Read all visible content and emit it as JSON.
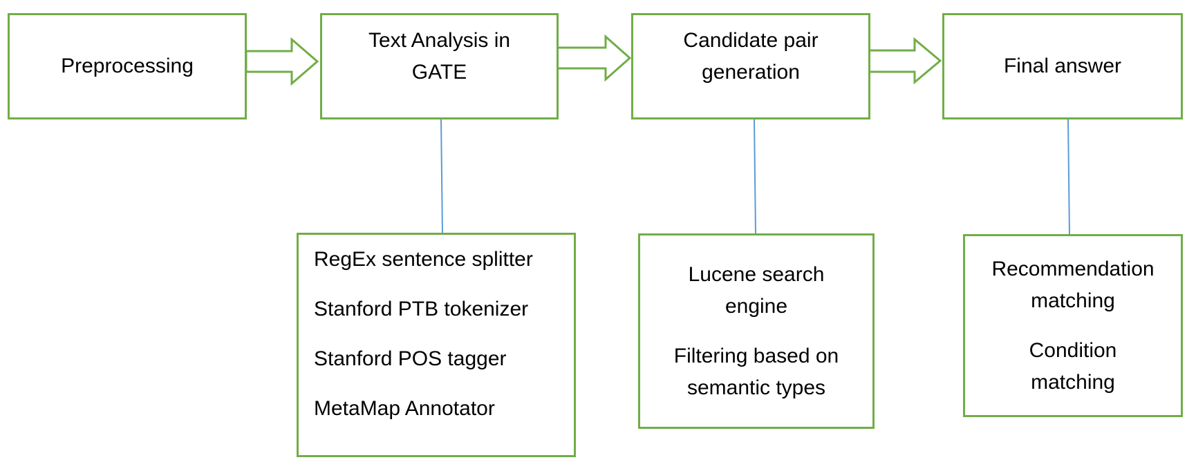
{
  "stages": [
    {
      "lines": [
        "Preprocessing"
      ]
    },
    {
      "lines": [
        "Text Analysis in",
        "GATE"
      ]
    },
    {
      "lines": [
        "Candidate pair",
        "generation"
      ]
    },
    {
      "lines": [
        "Final answer"
      ]
    }
  ],
  "details": {
    "gate": [
      "RegEx sentence splitter",
      "Stanford PTB tokenizer",
      "Stanford POS tagger",
      "MetaMap Annotator"
    ],
    "candidate": {
      "group1": [
        "Lucene search",
        "engine"
      ],
      "group2": [
        "Filtering based on",
        "semantic types"
      ]
    },
    "final": {
      "group1": [
        "Recommendation",
        "matching"
      ],
      "group2": [
        "Condition",
        "matching"
      ]
    }
  },
  "colors": {
    "box_border": "#70ad47",
    "arrow": "#70ad47",
    "connector": "#5b9bd5"
  }
}
